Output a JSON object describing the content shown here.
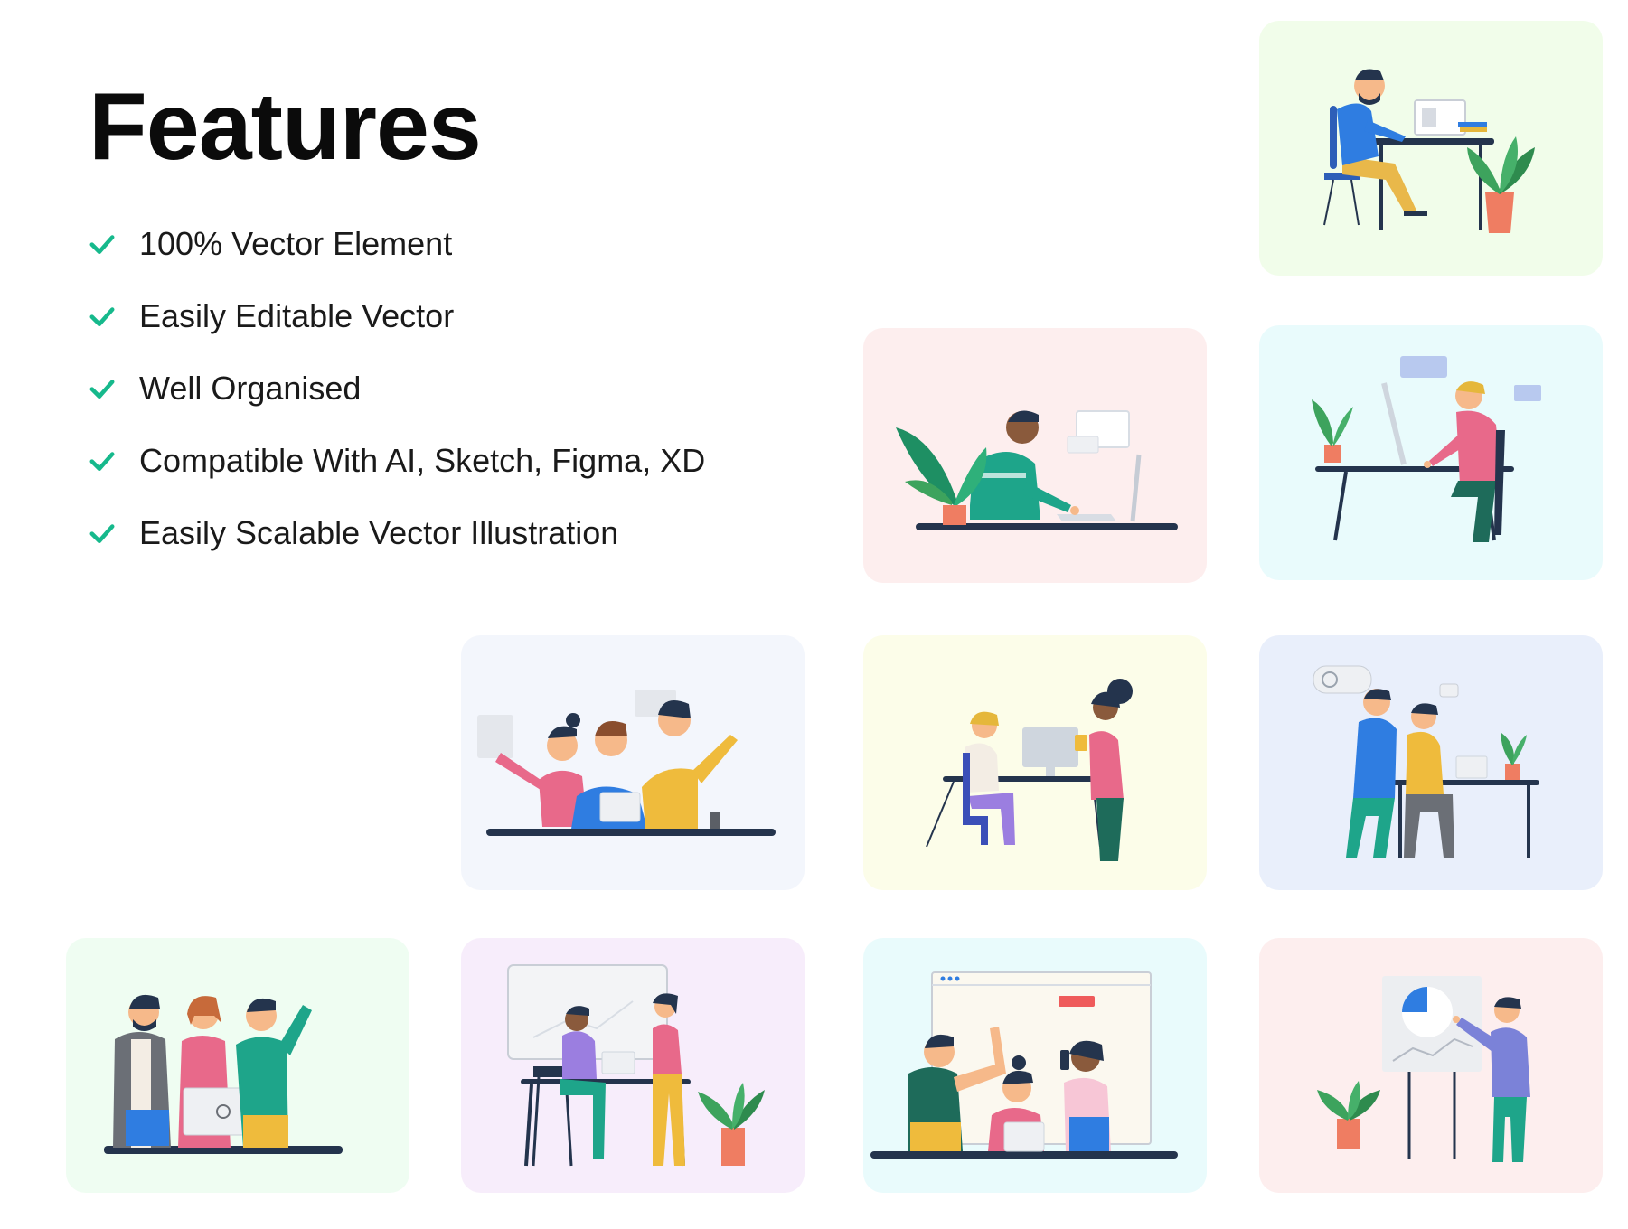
{
  "page": {
    "title": "Features"
  },
  "features": [
    {
      "label": "100% Vector Element"
    },
    {
      "label": "Easily Editable Vector"
    },
    {
      "label": "Well Organised"
    },
    {
      "label": "Compatible With AI, Sketch, Figma, XD"
    },
    {
      "label": "Easily Scalable Vector Illustration"
    }
  ],
  "colors": {
    "check": "#16b98c",
    "navy": "#24344d",
    "skin": "#f6b98a",
    "plant": "#3da35d",
    "pot": "#ef7d62"
  },
  "icons": {
    "feature_bullet": "checkmark-icon"
  },
  "illustrations": [
    {
      "id": "man-working-at-desk",
      "background": "#f1fdea"
    },
    {
      "id": "man-typing-with-plants",
      "background": "#fdeeee"
    },
    {
      "id": "man-at-computer-chatting",
      "background": "#e9fbfc"
    },
    {
      "id": "team-of-three-with-laptop",
      "background": "#f3f6fc"
    },
    {
      "id": "two-women-at-computer",
      "background": "#fcfde9"
    },
    {
      "id": "two-men-at-desk",
      "background": "#e9effb"
    },
    {
      "id": "team-standing-with-laptop",
      "background": "#effdf2"
    },
    {
      "id": "meeting-at-whiteboard",
      "background": "#f7edfb"
    },
    {
      "id": "video-call-team",
      "background": "#e9fbfc"
    },
    {
      "id": "man-presenting-chart",
      "background": "#fdeeee"
    }
  ]
}
